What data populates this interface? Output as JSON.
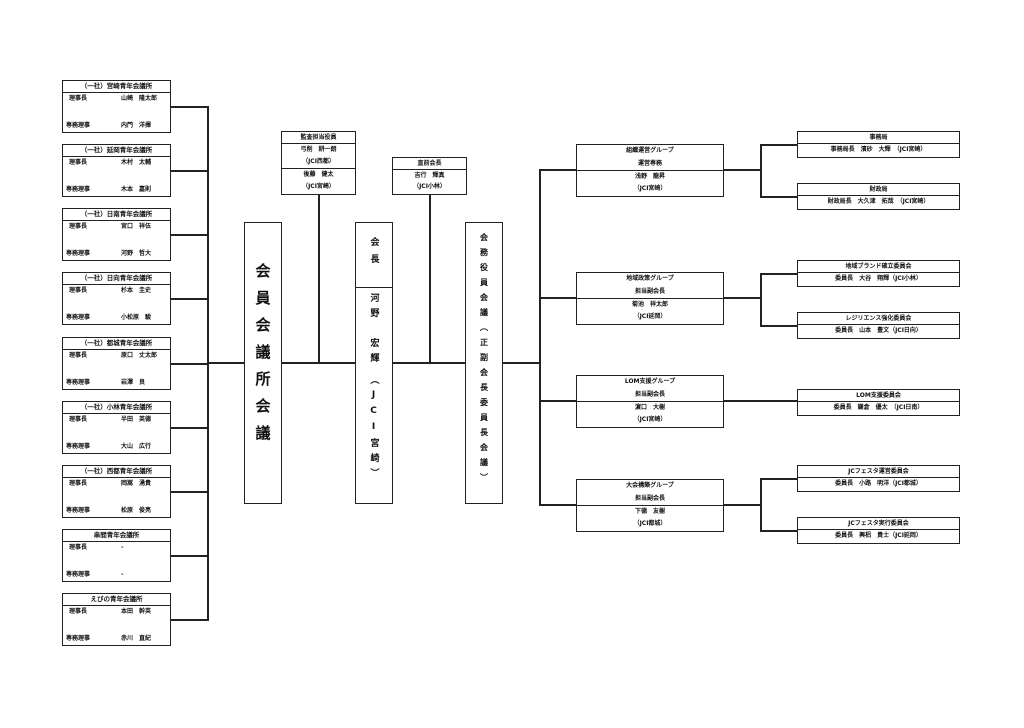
{
  "lom_chapters": [
    {
      "name": "（一社）宮崎青年会議所",
      "role1": "理事長",
      "person1": "山崎　隆太郎",
      "role2": "専務理事",
      "person2": "内門　洋揮"
    },
    {
      "name": "（一社）延岡青年会議所",
      "role1": "理事長",
      "person1": "木村　太輔",
      "role2": "専務理事",
      "person2": "木本　嘉則"
    },
    {
      "name": "（一社）日南青年会議所",
      "role1": "理事長",
      "person1": "宮口　祥伍",
      "role2": "専務理事",
      "person2": "河野　哲大"
    },
    {
      "name": "（一社）日向青年会議所",
      "role1": "理事長",
      "person1": "杉本　圭史",
      "role2": "専務理事",
      "person2": "小松原　駿"
    },
    {
      "name": "（一社）都城青年会議所",
      "role1": "理事長",
      "person1": "原口　丈太郎",
      "role2": "専務理事",
      "person2": "岩澤　良"
    },
    {
      "name": "（一社）小林青年会議所",
      "role1": "理事長",
      "person1": "半田　英德",
      "role2": "専務理事",
      "person2": "大山　広行"
    },
    {
      "name": "（一社）西都青年会議所",
      "role1": "理事長",
      "person1": "岡嵩　湧貴",
      "role2": "専務理事",
      "person2": "松原　俊亮"
    },
    {
      "name": "串間青年会議所",
      "role1": "理事長",
      "person1": "-",
      "role2": "専務理事",
      "person2": "-"
    },
    {
      "name": "えびの青年会議所",
      "role1": "理事長",
      "person1": "本田　幹英",
      "role2": "専務理事",
      "person2": "赤川　直紀"
    }
  ],
  "member_assembly": {
    "label": "会員会議所会議"
  },
  "auditors": {
    "title": "監査担当役員",
    "members": [
      {
        "name": "弓削　耕一朗",
        "org": "（JCI西都）"
      },
      {
        "name": "後藤　健太",
        "org": "（JCI宮崎）"
      }
    ]
  },
  "past_president": {
    "title": "直前会長",
    "name": "吉行　輝真",
    "org": "（JCI小林）"
  },
  "president": {
    "title": "会長",
    "name": "河野　宏輝",
    "org": "（JCI宮崎）"
  },
  "board": {
    "label": "会務役員会議（正副会長委員長会議）"
  },
  "groups": [
    {
      "name": "組織運営グループ",
      "role": "運営専務",
      "person": "浅野　龍昇",
      "org": "（JCI宮崎）"
    },
    {
      "name": "地域政策グループ",
      "role": "担当副会長",
      "person": "菊池　祥太郎",
      "org": "（JCI延岡）"
    },
    {
      "name": "LOM支援グループ",
      "role": "担当副会長",
      "person": "濵口　大樹",
      "org": "（JCI宮崎）"
    },
    {
      "name": "大会構築グループ",
      "role": "担当副会長",
      "person": "下德　友樹",
      "org": "（JCI都城）"
    }
  ],
  "committees": [
    {
      "name": "事務局",
      "detail": "事務局長　濱砂　大輝　（JCI宮崎）"
    },
    {
      "name": "財政局",
      "detail": "財政局長　大久津　拓哉　（JCI宮崎）"
    },
    {
      "name": "地域ブランド確立委員会",
      "detail": "委員長　大谷　翔輝（JCI小林）"
    },
    {
      "name": "レジリエンス強化委員会",
      "detail": "委員長　山本　豊文（JCI日向）"
    },
    {
      "name": "LOM支援委員会",
      "detail": "委員長　鎌倉　優太　（JCI日南）"
    },
    {
      "name": "JCフェスタ運営委員会",
      "detail": "委員長　小路　明洋（JCI都城）"
    },
    {
      "name": "JCフェスタ実行委員会",
      "detail": "委員長　興梠　貴士（JCI延岡）"
    }
  ]
}
